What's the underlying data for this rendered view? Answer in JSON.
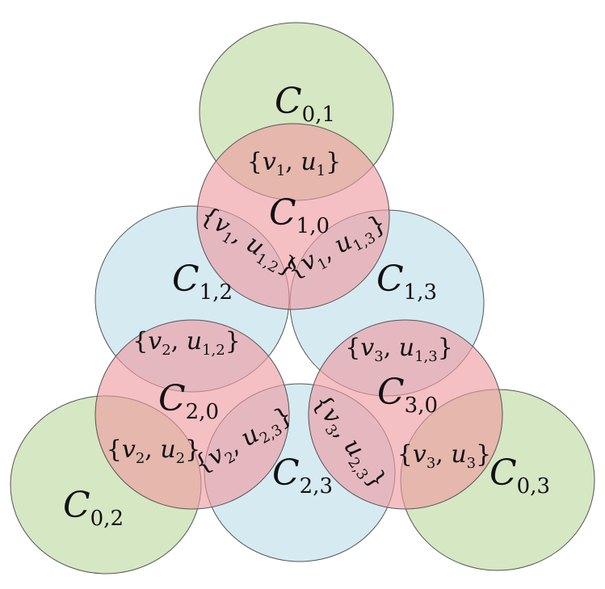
{
  "colors": {
    "green_fill": "#cfe3b8",
    "blue_fill": "#cfe6ef",
    "red_fill": "#ef9aa0",
    "stroke": "#555555"
  },
  "circles": [
    {
      "id": "c01",
      "tone": "green",
      "label": {
        "main": "C",
        "sub": "0,1"
      }
    },
    {
      "id": "c12",
      "tone": "blue",
      "label": {
        "main": "C",
        "sub": "1,2"
      }
    },
    {
      "id": "c13",
      "tone": "blue",
      "label": {
        "main": "C",
        "sub": "1,3"
      }
    },
    {
      "id": "c23",
      "tone": "blue",
      "label": {
        "main": "C",
        "sub": "2,3"
      }
    },
    {
      "id": "c02",
      "tone": "green",
      "label": {
        "main": "C",
        "sub": "0,2"
      }
    },
    {
      "id": "c03",
      "tone": "green",
      "label": {
        "main": "C",
        "sub": "0,3"
      }
    },
    {
      "id": "c10",
      "tone": "red",
      "label": {
        "main": "C",
        "sub": "1,0"
      }
    },
    {
      "id": "c20",
      "tone": "red",
      "label": {
        "main": "C",
        "sub": "2,0"
      }
    },
    {
      "id": "c30",
      "tone": "red",
      "label": {
        "main": "C",
        "sub": "3,0"
      }
    }
  ],
  "sets": [
    {
      "id": "s1",
      "v": "v",
      "vsub": "1",
      "u": "u",
      "usub": "1"
    },
    {
      "id": "s112",
      "v": "v",
      "vsub": "1",
      "u": "u",
      "usub": "1,2"
    },
    {
      "id": "s113",
      "v": "v",
      "vsub": "1",
      "u": "u",
      "usub": "1,3"
    },
    {
      "id": "s212",
      "v": "v",
      "vsub": "2",
      "u": "u",
      "usub": "1,2"
    },
    {
      "id": "s313",
      "v": "v",
      "vsub": "3",
      "u": "u",
      "usub": "1,3"
    },
    {
      "id": "s2",
      "v": "v",
      "vsub": "2",
      "u": "u",
      "usub": "2"
    },
    {
      "id": "s223",
      "v": "v",
      "vsub": "2",
      "u": "u",
      "usub": "2,3"
    },
    {
      "id": "s323",
      "v": "v",
      "vsub": "3",
      "u": "u",
      "usub": "2,3"
    },
    {
      "id": "s3",
      "v": "v",
      "vsub": "3",
      "u": "u",
      "usub": "3"
    }
  ],
  "punct": {
    "open": "{",
    "close": "}",
    "comma": ", "
  }
}
